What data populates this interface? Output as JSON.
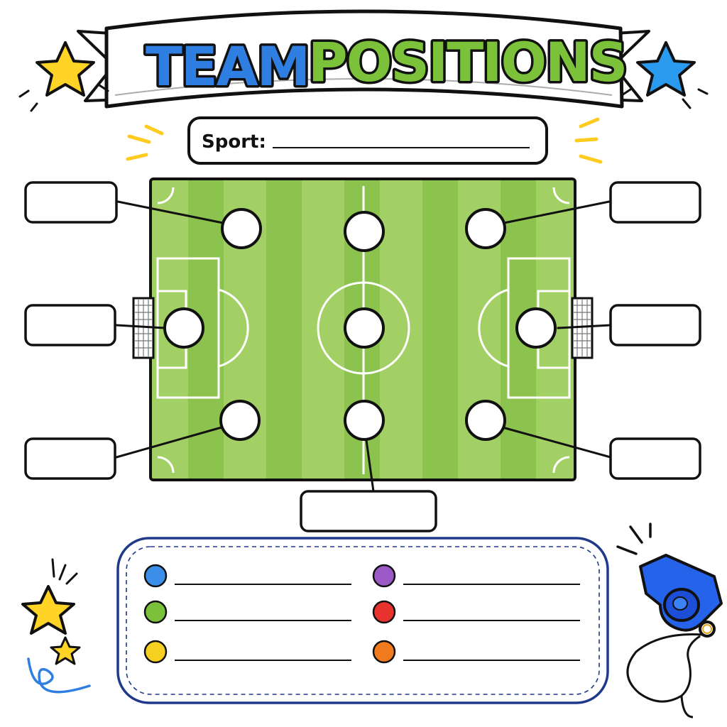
{
  "title": {
    "word1": "TEAM",
    "word2": "POSITIONS",
    "word1_color": "#2F7FE3",
    "word2_color": "#7CC13A"
  },
  "sport": {
    "label": "Sport:"
  },
  "colors": {
    "field_light": "#A3D065",
    "field_dark": "#8CC24E",
    "legend_border": "#1F3A8A",
    "whistle": "#2563EB",
    "star_yellow": "#FFD427",
    "star_blue": "#2B9BEF"
  },
  "legend": {
    "items": [
      {
        "color": "#3B8FE8",
        "icon": "blue-dot-icon"
      },
      {
        "color": "#9B59C6",
        "icon": "purple-dot-icon"
      },
      {
        "color": "#7CC13A",
        "icon": "green-dot-icon"
      },
      {
        "color": "#E8322E",
        "icon": "red-dot-icon"
      },
      {
        "color": "#F5D01F",
        "icon": "yellow-dot-icon"
      },
      {
        "color": "#F07A1E",
        "icon": "orange-dot-icon"
      }
    ]
  }
}
